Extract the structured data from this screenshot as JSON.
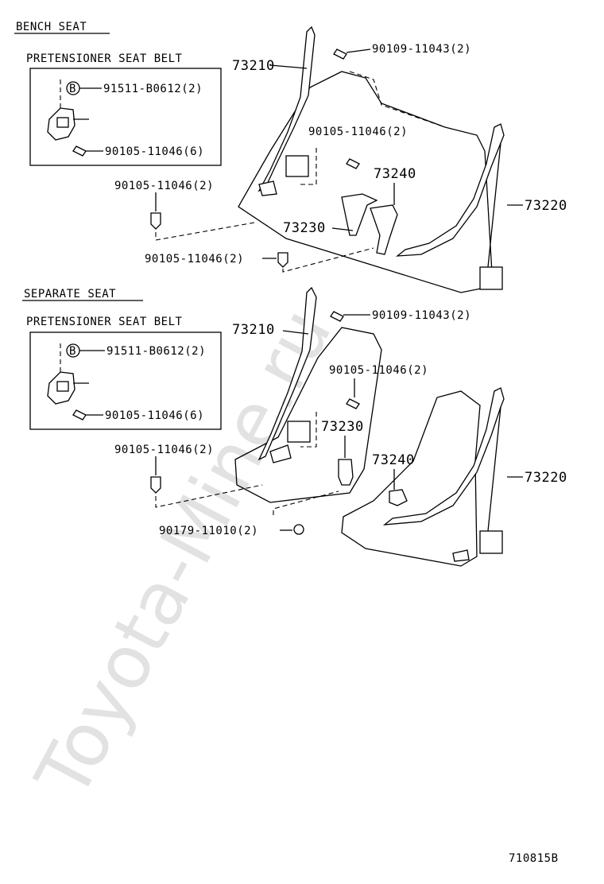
{
  "watermark": "Toyota-Mine.ru",
  "bench": {
    "title": "BENCH SEAT",
    "pretensioner": {
      "title": "PRETENSIONER SEAT BELT",
      "marker": "B",
      "label_a": "91511-B0612(2)",
      "label_b": "90105-11046(6)"
    },
    "labels": {
      "p73210": "73210",
      "p90109": "90109-11043(2)",
      "p90105_upper": "90105-11046(2)",
      "p73240": "73240",
      "p73220": "73220",
      "p90105_left": "90105-11046(2)",
      "p73230": "73230",
      "p90105_lower": "90105-11046(2)"
    }
  },
  "separate": {
    "title": "SEPARATE SEAT",
    "pretensioner": {
      "title": "PRETENSIONER SEAT BELT",
      "marker": "B",
      "label_a": "91511-B0612(2)",
      "label_b": "90105-11046(6)"
    },
    "labels": {
      "p73210": "73210",
      "p90109": "90109-11043(2)",
      "p90105_upper": "90105-11046(2)",
      "p73230": "73230",
      "p73240": "73240",
      "p73220": "73220",
      "p90105_left": "90105-11046(2)",
      "p90179": "90179-11010(2)"
    }
  },
  "figure_code": "710815B"
}
